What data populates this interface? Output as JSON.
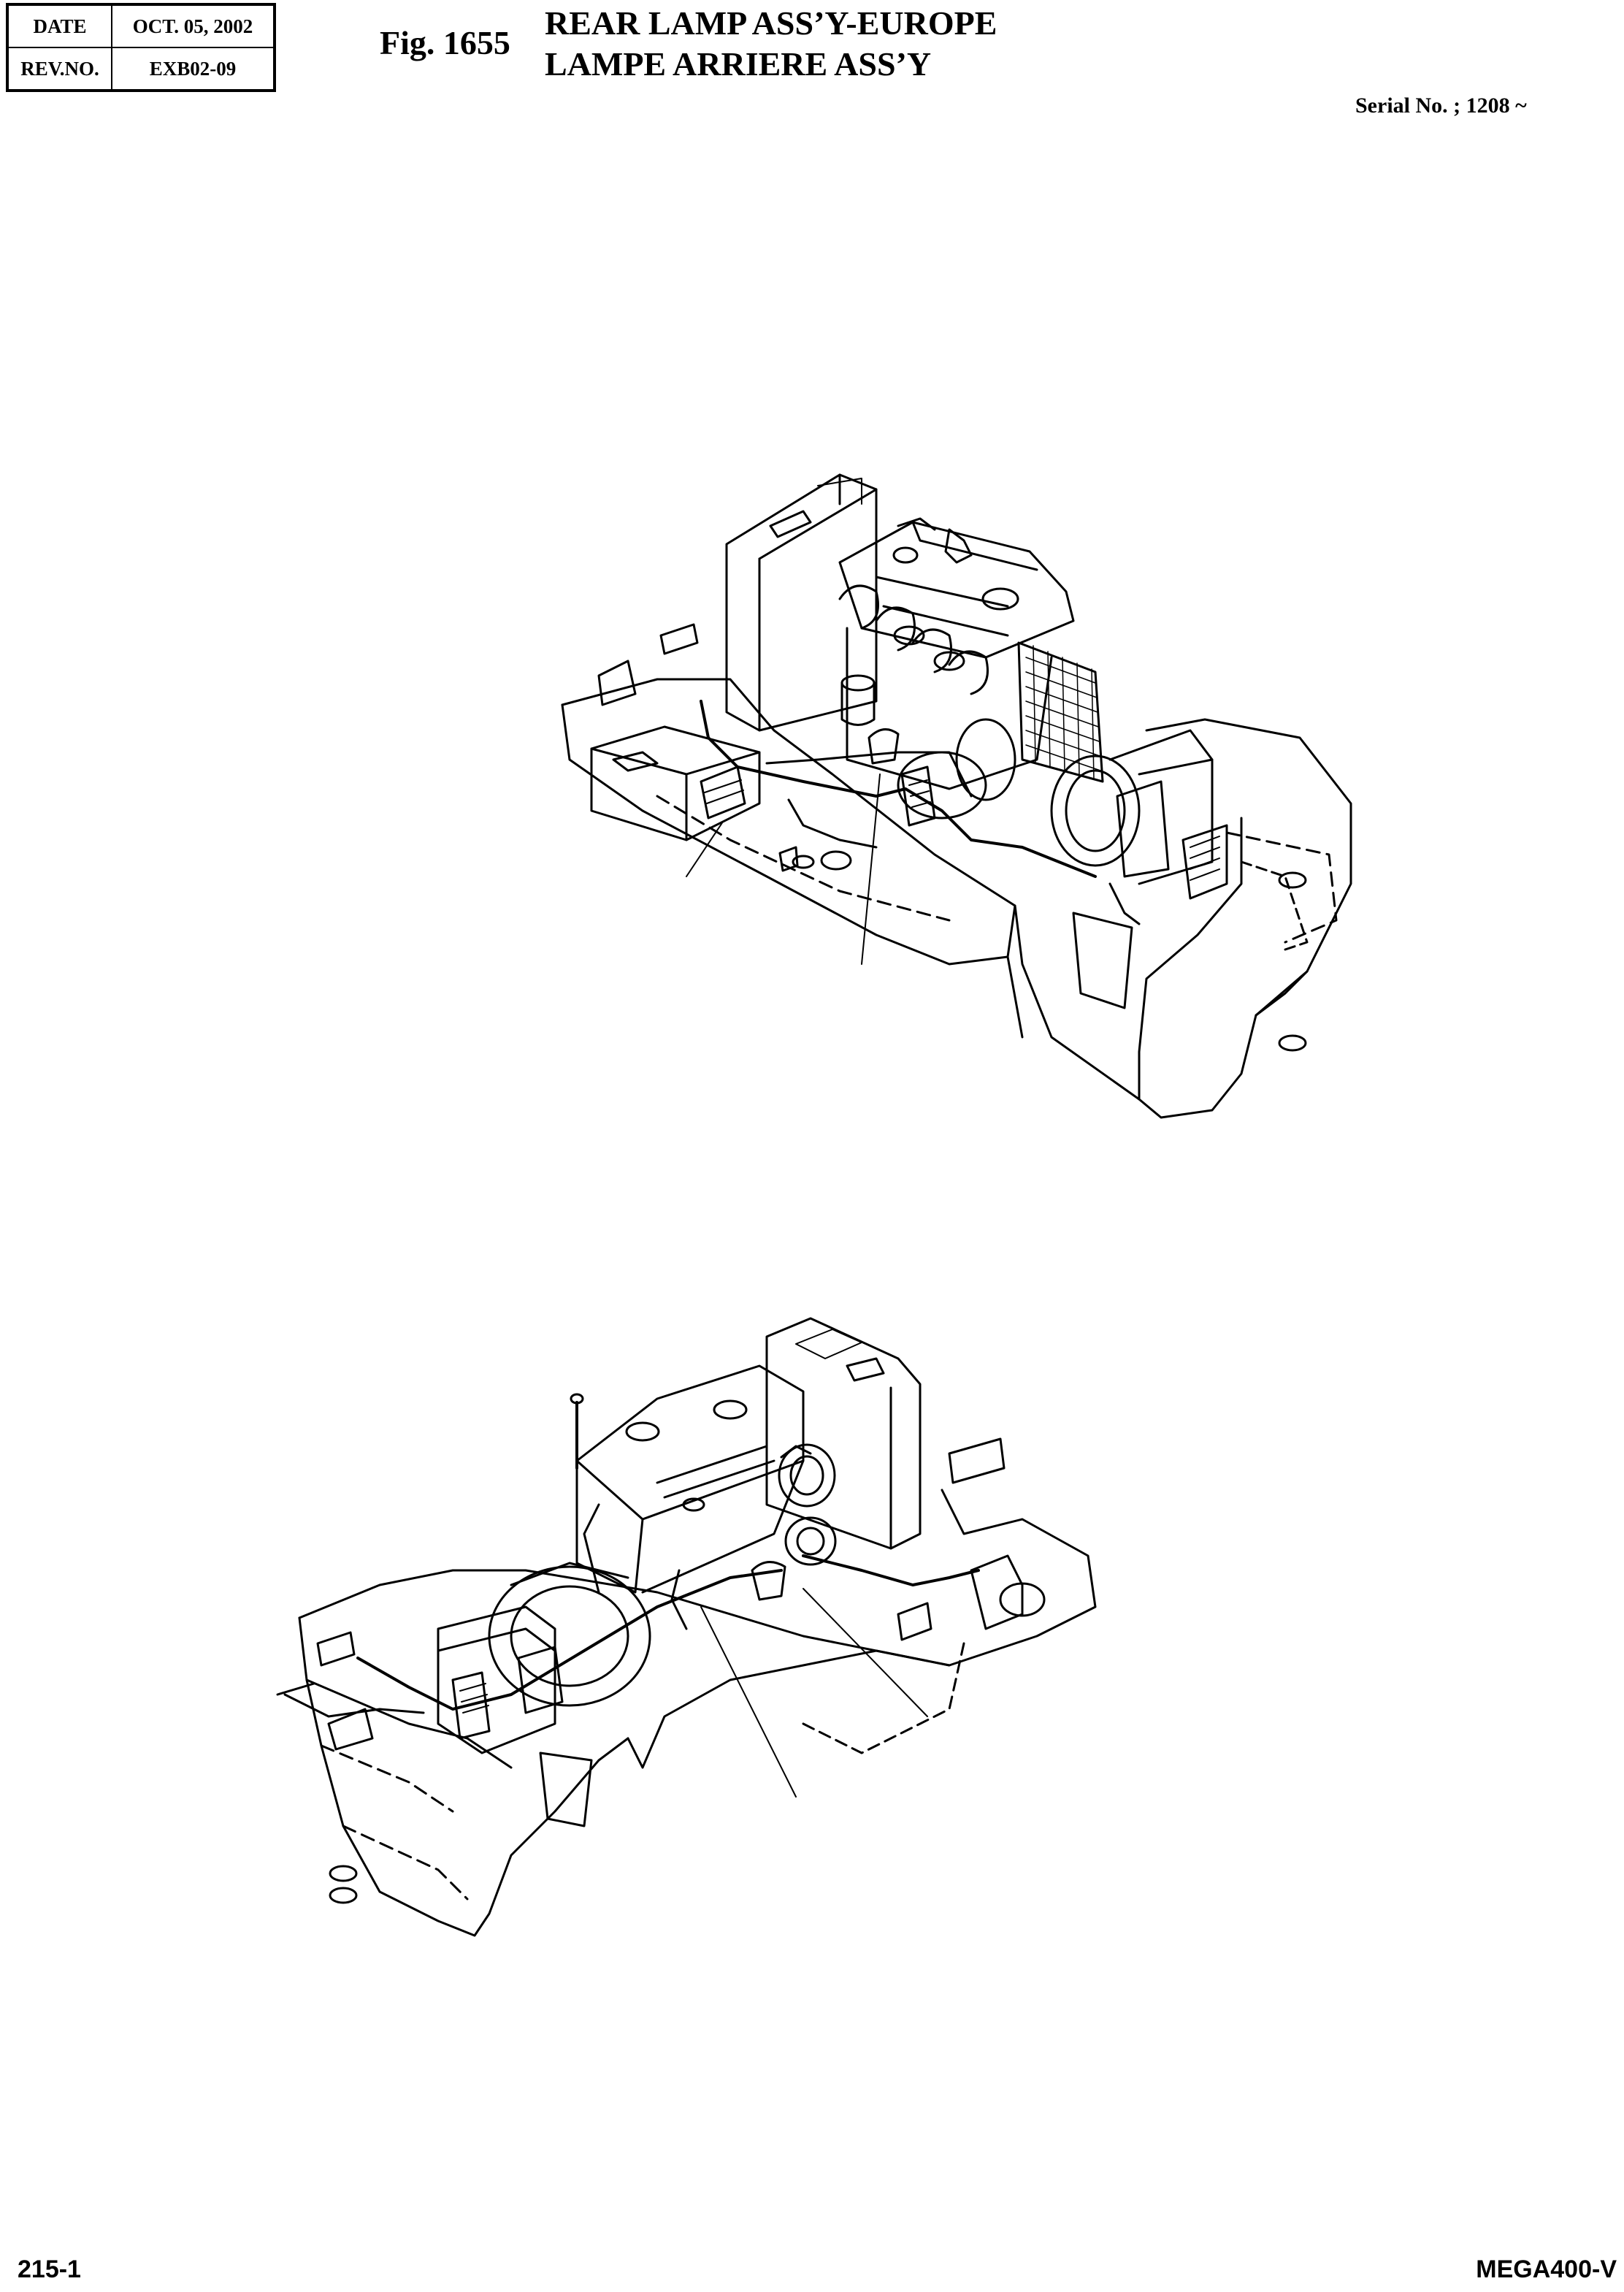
{
  "header": {
    "date_label": "DATE",
    "date_value": "OCT. 05, 2002",
    "rev_label": "REV.NO.",
    "rev_value": "EXB02-09",
    "fig_number": "Fig. 1655",
    "title_line1": "REAR LAMP ASS’Y-EUROPE",
    "title_line2": "LAMPE ARRIERE ASS’Y",
    "serial": "Serial No. ; 1208 ~"
  },
  "footer": {
    "page_number": "215-1",
    "model": "MEGA400-V"
  }
}
